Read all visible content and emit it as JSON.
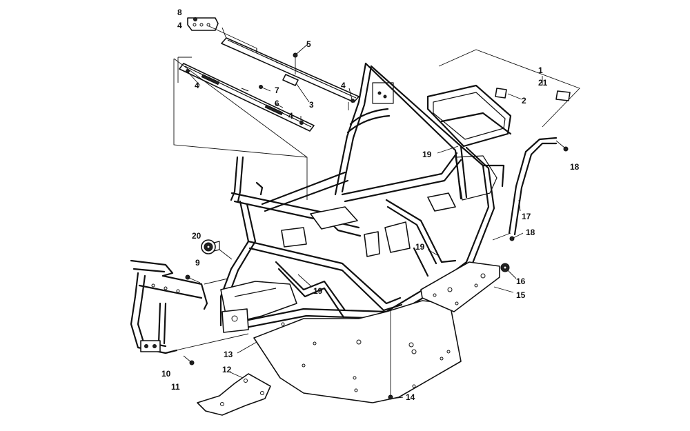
{
  "callouts": {
    "c1": "1",
    "c2": "2",
    "c3": "3",
    "c4a": "4",
    "c4b": "4",
    "c4c": "4",
    "c4d": "4",
    "c5": "5",
    "c6": "6",
    "c7": "7",
    "c8": "8",
    "c9": "9",
    "c10": "10",
    "c11": "11",
    "c12": "12",
    "c13": "13",
    "c14": "14",
    "c15": "15",
    "c16": "16",
    "c17": "17",
    "c18a": "18",
    "c18b": "18",
    "c19a": "19",
    "c19b": "19",
    "c19c": "19",
    "c20": "20",
    "c21": "21"
  }
}
